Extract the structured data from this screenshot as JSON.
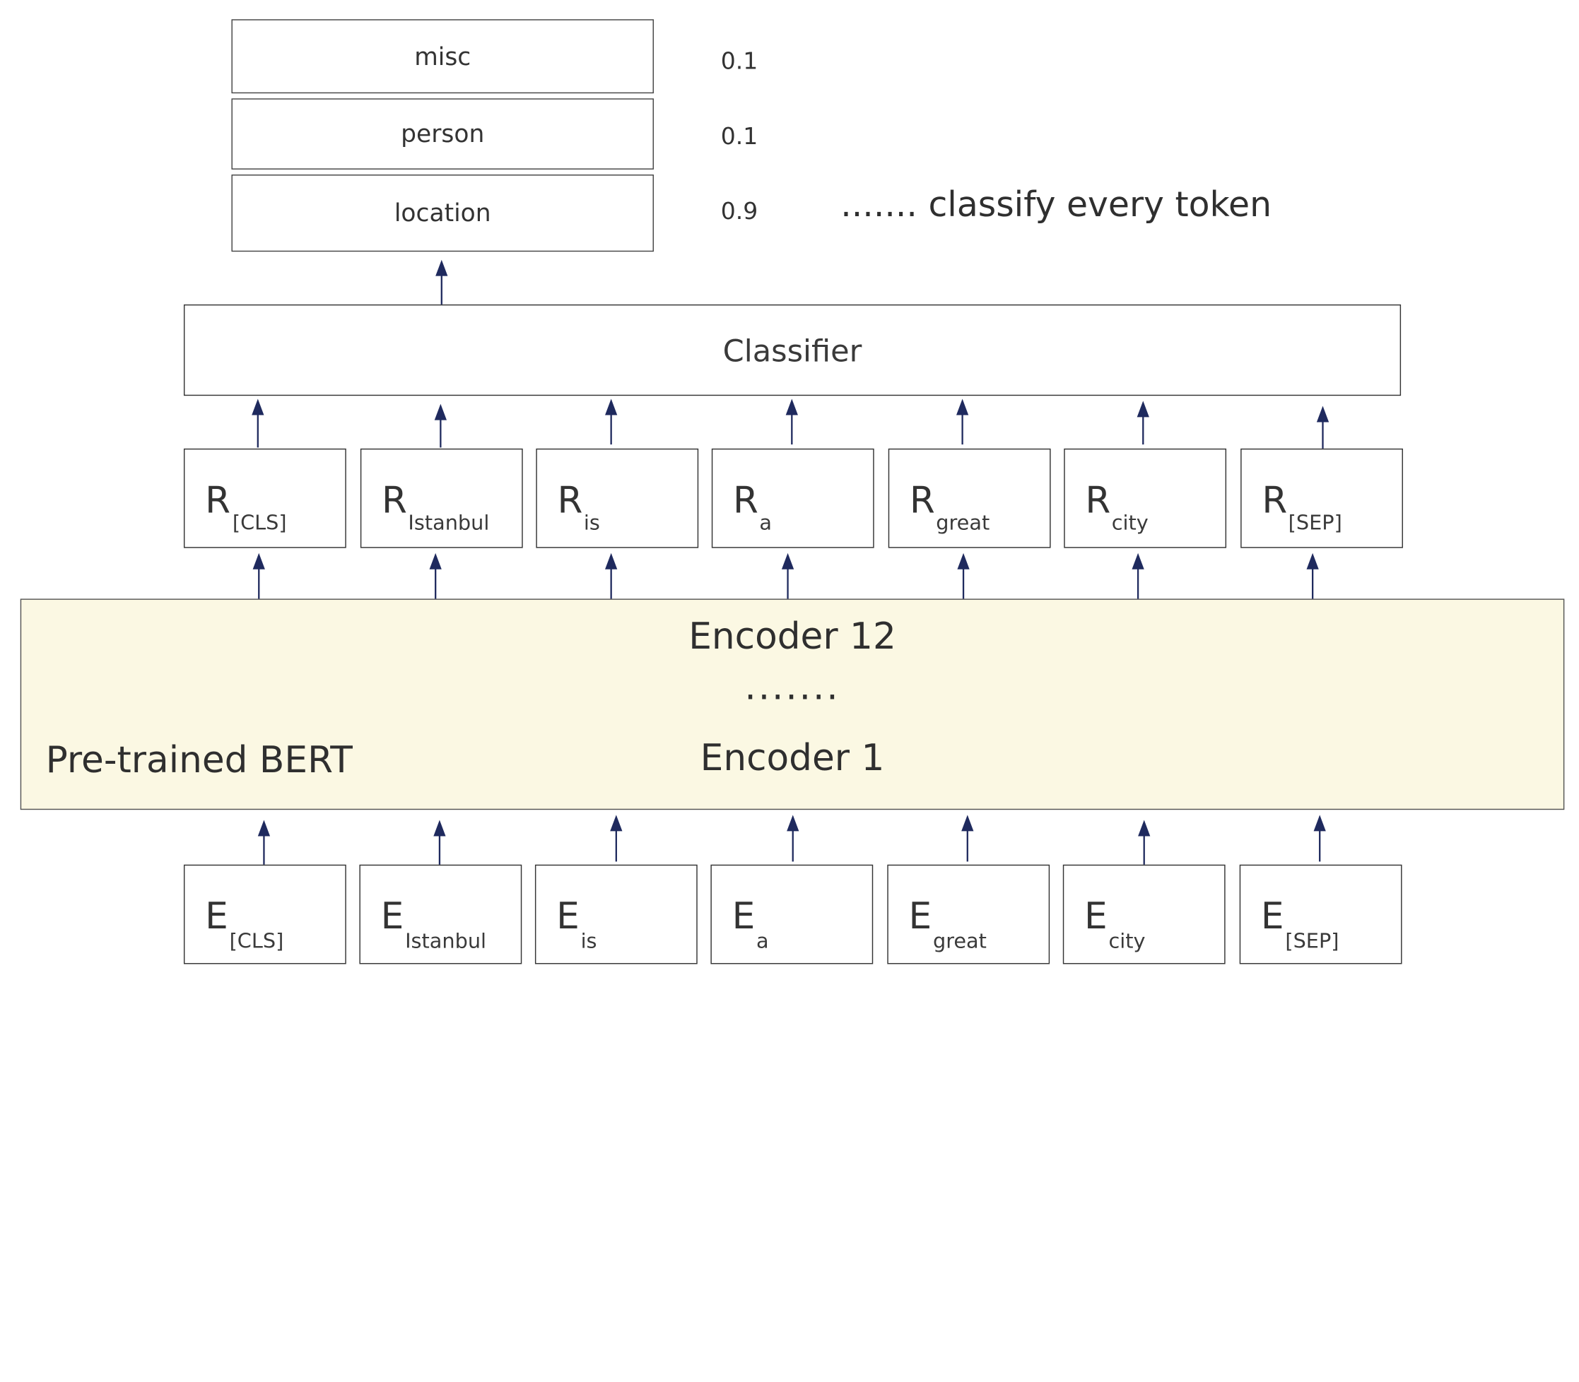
{
  "output_classes": [
    {
      "label": "misc",
      "prob": "0.1"
    },
    {
      "label": "person",
      "prob": "0.1"
    },
    {
      "label": "location",
      "prob": "0.9"
    }
  ],
  "note": "....... classify every token",
  "classifier_label": "Classifier",
  "representations": [
    {
      "main": "R",
      "sub": "[CLS]"
    },
    {
      "main": "R",
      "sub": "Istanbul"
    },
    {
      "main": "R",
      "sub": "is"
    },
    {
      "main": "R",
      "sub": "a"
    },
    {
      "main": "R",
      "sub": "great"
    },
    {
      "main": "R",
      "sub": "city"
    },
    {
      "main": "R",
      "sub": "[SEP]"
    }
  ],
  "encoder": {
    "top_label": "Encoder 12",
    "dots": ".......",
    "bottom_label": "Encoder 1",
    "model_label": "Pre-trained BERT"
  },
  "embeddings": [
    {
      "main": "E",
      "sub": "[CLS]"
    },
    {
      "main": "E",
      "sub": "Istanbul"
    },
    {
      "main": "E",
      "sub": "is"
    },
    {
      "main": "E",
      "sub": "a"
    },
    {
      "main": "E",
      "sub": "great"
    },
    {
      "main": "E",
      "sub": "city"
    },
    {
      "main": "E",
      "sub": "[SEP]"
    }
  ],
  "colors": {
    "arrow": "#1f2a5e",
    "encoder_fill": "#fbf8e3",
    "box_border": "#333333"
  }
}
